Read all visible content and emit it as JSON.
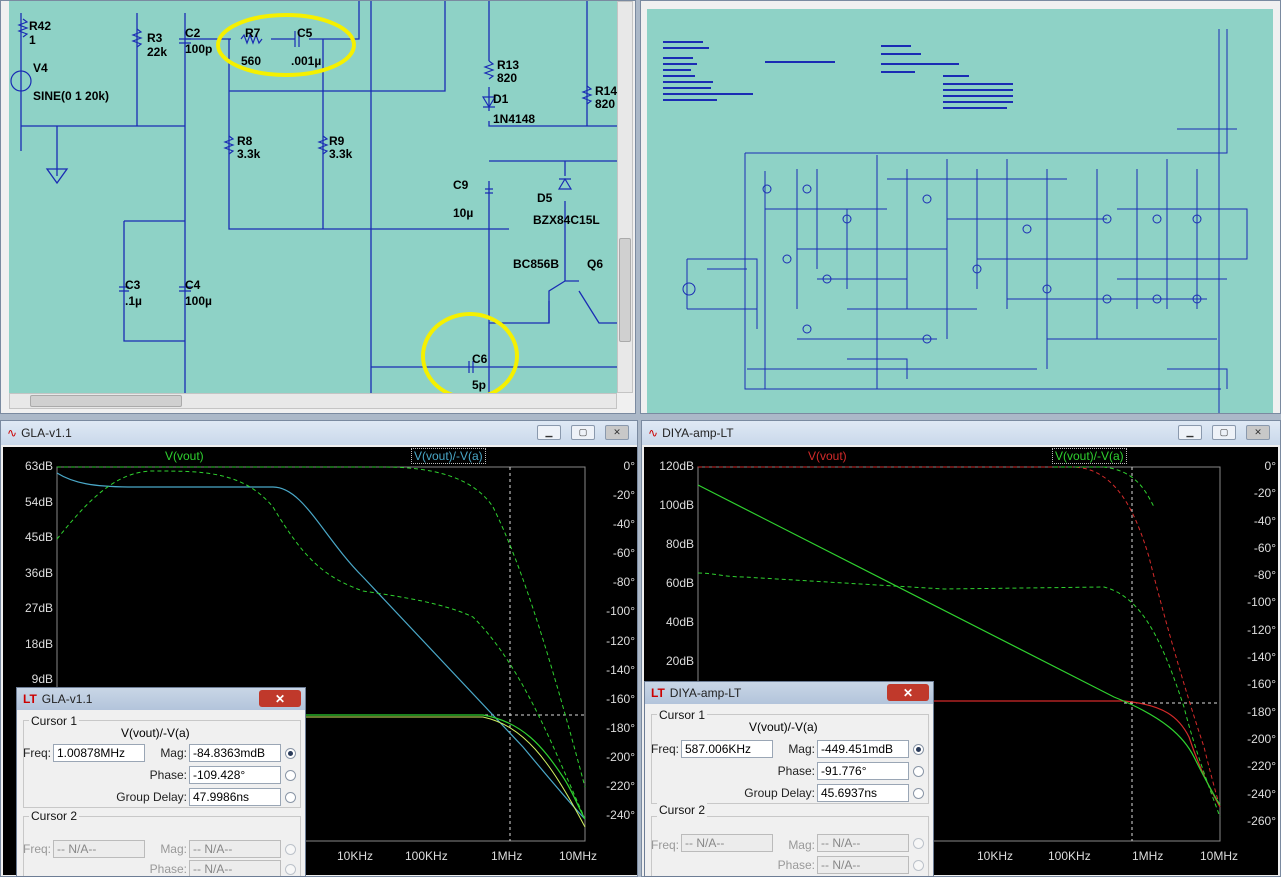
{
  "colors": {
    "plot_bg": "#000000",
    "schematic_bg": "#8ed2c6",
    "wire": "#1a2cb4",
    "green_trace": "#2fd12f",
    "cyan_trace": "#4aa8c8",
    "red_trace": "#d42a2a",
    "annot": "#f5f000"
  },
  "schem_gla": {
    "title": "GLA-v1.1",
    "parts": [
      {
        "name": "R42",
        "value": "1"
      },
      {
        "name": "V4",
        "value": "SINE(0 1 20k)"
      },
      {
        "name": "R3",
        "value": "22k"
      },
      {
        "name": "C2",
        "value": "100p"
      },
      {
        "name": "R7",
        "value": "560"
      },
      {
        "name": "C5",
        "value": ".001µ"
      },
      {
        "name": "R13",
        "value": "820"
      },
      {
        "name": "D1",
        "value": "1N4148"
      },
      {
        "name": "R14",
        "value": "820"
      },
      {
        "name": "R8",
        "value": "3.3k"
      },
      {
        "name": "R9",
        "value": "3.3k"
      },
      {
        "name": "C9",
        "value": "10µ"
      },
      {
        "name": "D5",
        "value": "BZX84C15L"
      },
      {
        "name": "Q6",
        "value": ""
      },
      {
        "name": "BC856B",
        "value": ""
      },
      {
        "name": "C3",
        "value": ".1µ"
      },
      {
        "name": "C4",
        "value": "100µ"
      },
      {
        "name": "C6",
        "value": "5p"
      }
    ]
  },
  "schem_diya": {
    "title": "DIYA-amp-LT"
  },
  "plot_gla": {
    "title": "GLA-v1.1",
    "legend_left": "V(vout)",
    "legend_right": "V(vout)/-V(a)",
    "y_left": [
      "63dB",
      "54dB",
      "45dB",
      "36dB",
      "27dB",
      "18dB",
      "9dB"
    ],
    "y_right": [
      "0°",
      "-20°",
      "-40°",
      "-60°",
      "-80°",
      "-100°",
      "-120°",
      "-140°",
      "-160°",
      "-180°",
      "-200°",
      "-220°",
      "-240°"
    ],
    "x_ticks": [
      "10KHz",
      "100KHz",
      "1MHz",
      "10MHz"
    ]
  },
  "plot_diya": {
    "title": "DIYA-amp-LT",
    "legend_left": "V(vout)",
    "legend_right": "V(vout)/-V(a)",
    "y_left": [
      "120dB",
      "100dB",
      "80dB",
      "60dB",
      "40dB",
      "20dB"
    ],
    "y_right": [
      "0°",
      "-20°",
      "-40°",
      "-60°",
      "-80°",
      "-100°",
      "-120°",
      "-140°",
      "-160°",
      "-180°",
      "-200°",
      "-220°",
      "-240°",
      "-260°"
    ],
    "x_ticks": [
      "10KHz",
      "100KHz",
      "1MHz",
      "10MHz"
    ]
  },
  "cursor_gla": {
    "title": "GLA-v1.1",
    "close": "✕",
    "cursor1_label": "Cursor 1",
    "expr": "V(vout)/-V(a)",
    "freq_label": "Freq:",
    "freq": "1.00878MHz",
    "mag_label": "Mag:",
    "mag": "-84.8363mdB",
    "phase_label": "Phase:",
    "phase": "-109.428°",
    "gd_label": "Group Delay:",
    "gd": "47.9986ns",
    "cursor2_label": "Cursor 2",
    "na": "-- N/A--"
  },
  "cursor_diya": {
    "title": "DIYA-amp-LT",
    "close": "✕",
    "cursor1_label": "Cursor 1",
    "expr": "V(vout)/-V(a)",
    "freq_label": "Freq:",
    "freq": "587.006KHz",
    "mag_label": "Mag:",
    "mag": "-449.451mdB",
    "phase_label": "Phase:",
    "phase": "-91.776°",
    "gd_label": "Group Delay:",
    "gd": "45.6937ns",
    "cursor2_label": "Cursor 2",
    "na": "-- N/A--"
  }
}
